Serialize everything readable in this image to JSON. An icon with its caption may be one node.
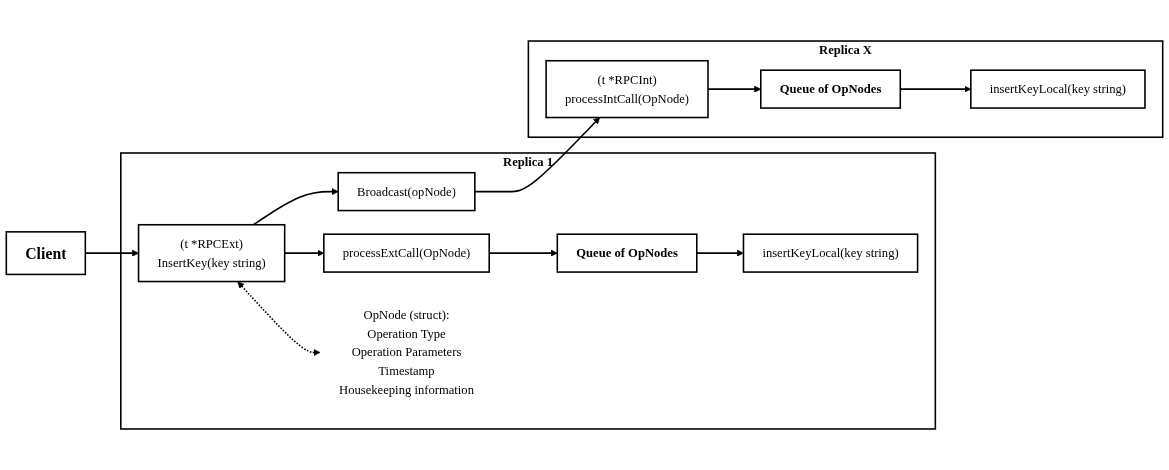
{
  "diagram": {
    "nodes": [
      {
        "text": [
          "Client"
        ]
      },
      {
        "text": [
          "Replica 1"
        ]
      },
      {
        "text": [
          "(t *RPCExt)",
          "InsertKey(key string)"
        ],
        "in": 1
      },
      {
        "text": [
          "Broadcast(opNode)"
        ],
        "in": 1
      },
      {
        "text": [
          "processExtCall(OpNode)"
        ],
        "in": 1
      },
      {
        "text": [
          "Queue of OpNodes"
        ],
        "in": 1
      },
      {
        "text": [
          "insertKeyLocal(key string)"
        ],
        "in": 1
      },
      {
        "text": [
          "OpNode (struct):",
          "Operation Type",
          "Operation Parameters",
          "Timestamp",
          "Housekeeping information"
        ],
        "in": 1
      },
      {
        "text": [
          "Replica X"
        ]
      },
      {
        "text": [
          "(t *RPCInt)",
          "processIntCall(OpNode)"
        ],
        "in": 8
      },
      {
        "text": [
          "Queue of OpNodes"
        ],
        "in": 8
      },
      {
        "text": [
          "insertKeyLocal(key string)"
        ],
        "in": 8
      }
    ],
    "edges": [
      {
        "from": 0,
        "to": 2,
        "arrow": "to"
      },
      {
        "from": 2,
        "to": 3,
        "arrow": "to"
      },
      {
        "from": 2,
        "to": 4,
        "arrow": "to"
      },
      {
        "from": 2,
        "to": 7,
        "arrow": "both",
        "style": "dashed"
      },
      {
        "from": 3,
        "to": 9,
        "arrow": "to"
      },
      {
        "from": 4,
        "to": 5,
        "arrow": "to"
      },
      {
        "from": 5,
        "to": 6,
        "arrow": "to"
      },
      {
        "from": 9,
        "to": 10,
        "arrow": "to"
      },
      {
        "from": 10,
        "to": 11,
        "arrow": "to"
      }
    ]
  }
}
